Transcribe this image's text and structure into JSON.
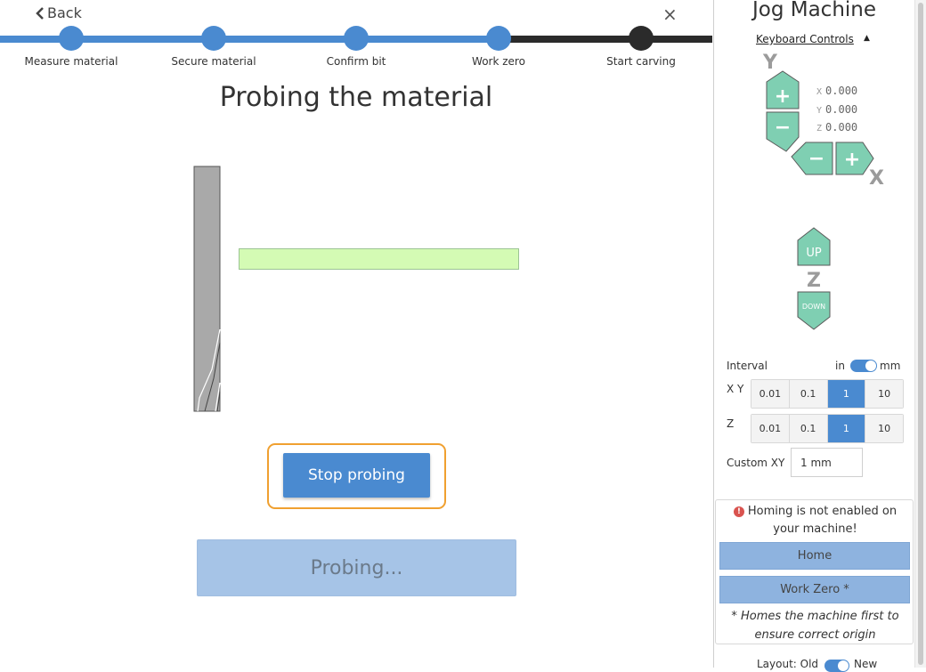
{
  "header": {
    "back_label": "Back",
    "close_symbol": "×"
  },
  "stepper": {
    "steps": [
      {
        "label": "Measure material",
        "status": "complete"
      },
      {
        "label": "Secure material",
        "status": "complete"
      },
      {
        "label": "Confirm bit",
        "status": "complete"
      },
      {
        "label": "Work zero",
        "status": "current"
      },
      {
        "label": "Start carving",
        "status": "pending"
      }
    ],
    "colors": {
      "done": "#4a8ad0",
      "pending": "#2b2b2b"
    }
  },
  "main": {
    "title": "Probing the material",
    "stop_button": "Stop probing",
    "probing_button": "Probing..."
  },
  "sidebar": {
    "title": "Jog Machine",
    "keyboard_controls": "Keyboard Controls",
    "coords": {
      "x_label": "X",
      "x": "0.000",
      "y_label": "Y",
      "y": "0.000",
      "z_label": "Z",
      "z": "0.000"
    },
    "axis_labels": {
      "y": "Y",
      "x": "X",
      "z": "Z"
    },
    "jog": {
      "plus": "+",
      "minus": "−",
      "up": "UP",
      "down": "DOWN",
      "color": "#7fcfb2"
    },
    "interval_label": "Interval",
    "unit_in": "in",
    "unit_mm": "mm",
    "xy_label": "X Y",
    "z_label": "Z",
    "xy_steps": [
      "0.01",
      "0.1",
      "1",
      "10"
    ],
    "z_steps": [
      "0.01",
      "0.1",
      "1",
      "10"
    ],
    "selected_xy": "1",
    "selected_z": "1",
    "custom_label": "Custom XY",
    "custom_value": "1 mm",
    "homing_warning": "Homing is not enabled on your machine!",
    "home_button": "Home",
    "work_zero_button": "Work Zero *",
    "homing_note": "* Homes the machine first to ensure correct origin",
    "layout_label": "Layout: Old",
    "layout_new": "New"
  },
  "colors": {
    "accent": "#4a8ad0",
    "material": "#d4fbb4",
    "stop_outline": "#f0a030"
  }
}
